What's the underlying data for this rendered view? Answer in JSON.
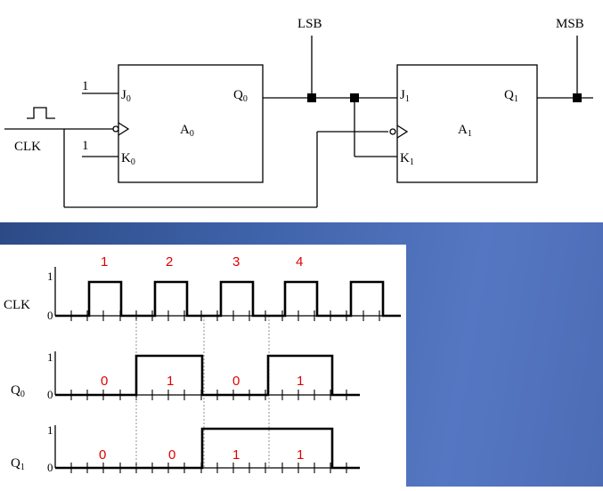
{
  "circuit": {
    "lsb_label": "LSB",
    "msb_label": "MSB",
    "clk_label": "CLK",
    "ff0": {
      "name": "A",
      "sub": "0",
      "j": "J",
      "j_sub": "0",
      "k": "K",
      "k_sub": "0",
      "q": "Q",
      "q_sub": "0"
    },
    "ff1": {
      "name": "A",
      "sub": "1",
      "j": "J",
      "j_sub": "1",
      "k": "K",
      "k_sub": "1",
      "q": "Q",
      "q_sub": "1"
    },
    "j0_const": "1",
    "k0_const": "1"
  },
  "timing": {
    "clk": {
      "label": "CLK",
      "high": "1",
      "low": "0",
      "pulse_labels": [
        "1",
        "2",
        "3",
        "4"
      ],
      "pulses": 5
    },
    "q0": {
      "label": "Q",
      "sub": "0",
      "high": "1",
      "low": "0",
      "state_labels": [
        "0",
        "1",
        "0",
        "1"
      ],
      "levels": [
        0,
        1,
        0,
        1,
        0
      ]
    },
    "q1": {
      "label": "Q",
      "sub": "1",
      "high": "1",
      "low": "0",
      "state_labels": [
        "0",
        "0",
        "1",
        "1"
      ],
      "levels": [
        0,
        0,
        1,
        1,
        0
      ]
    }
  },
  "colors": {
    "accent": "#e00000",
    "slide": "#4a6bb5"
  }
}
